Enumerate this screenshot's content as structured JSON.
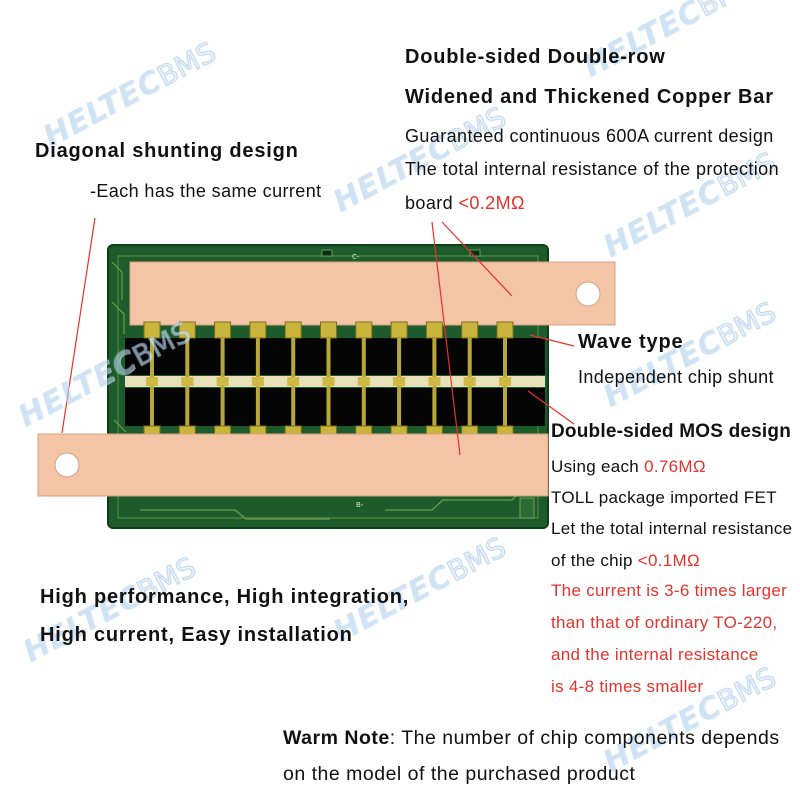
{
  "watermark": {
    "brand": "HELTEC",
    "suffix": "BMS"
  },
  "copper_bar": {
    "title_1": "Double-sided Double-row",
    "title_2": "Widened and Thickened Copper Bar",
    "line_1": "Guaranteed continuous 600A current design",
    "line_2": "The total internal resistance of the protection",
    "line_3_prefix": "board ",
    "line_3_value": "<0.2MΩ"
  },
  "diagonal": {
    "title": "Diagonal shunting design",
    "desc": "-Each has the same current"
  },
  "wave": {
    "title": "Wave type",
    "desc": "Independent chip shunt"
  },
  "mos": {
    "title": "Double-sided MOS design",
    "line_1_prefix": "Using each ",
    "line_1_value": "0.76MΩ",
    "line_2": "TOLL package imported FET",
    "line_3": "Let the total internal resistance",
    "line_4_prefix": "of the chip ",
    "line_4_value": "<0.1MΩ",
    "red_lines": [
      "The current is 3-6 times larger",
      "than that of ordinary TO-220,",
      "and the internal resistance",
      "is 4-8 times smaller"
    ]
  },
  "features": {
    "line_1": "High performance, High integration,",
    "line_2": "High current, Easy installation"
  },
  "note": {
    "label": "Warm Note",
    "text_1": ": The number of chip components depends",
    "text_2": "on the model of the purchased product"
  },
  "board": {
    "label_top": "C-",
    "label_bottom": "B-"
  },
  "colors": {
    "text": "#111111",
    "accent_red": "#e5322d",
    "copper": "#f4c4a7",
    "pcb": "#1d5a2c",
    "watermark": "#b2d2ee"
  }
}
